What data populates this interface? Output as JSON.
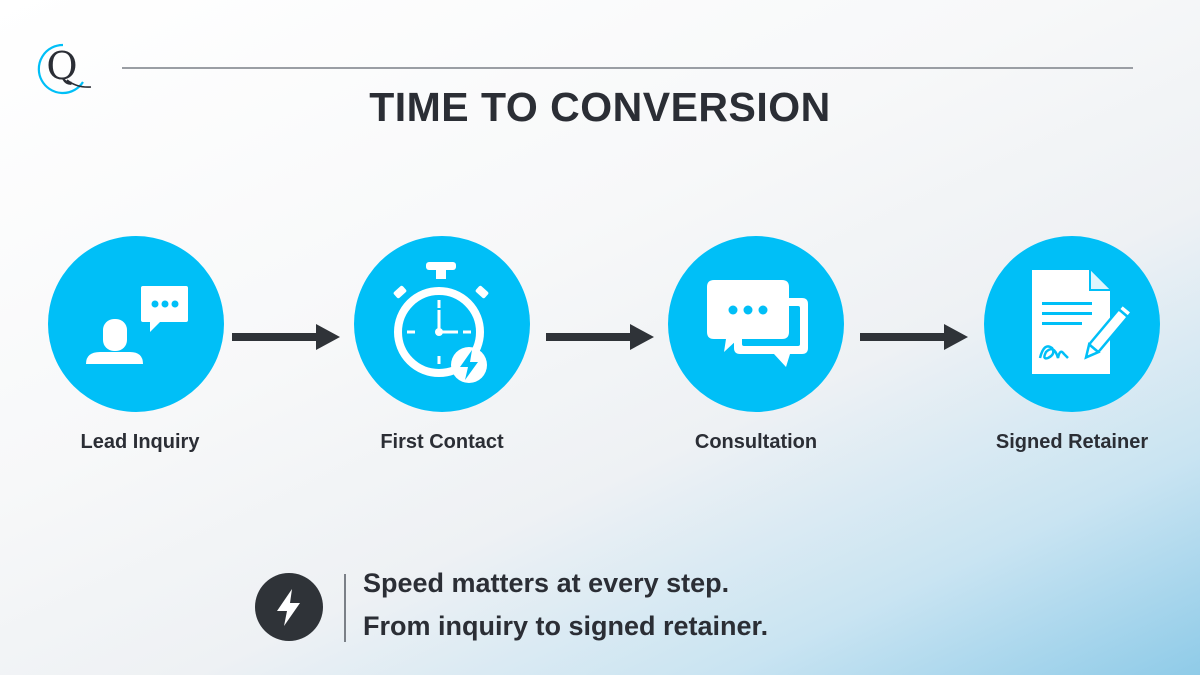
{
  "logo": {
    "letter": "Q"
  },
  "title": "TIME TO CONVERSION",
  "steps": [
    {
      "label": "Lead Inquiry",
      "icon": "person-speech-icon"
    },
    {
      "label": "First Contact",
      "icon": "stopwatch-bolt-icon"
    },
    {
      "label": "Consultation",
      "icon": "chat-bubbles-icon"
    },
    {
      "label": "Signed Retainer",
      "icon": "signed-document-icon"
    }
  ],
  "tagline": {
    "line1": "Speed matters at every step.",
    "line2": "From inquiry to signed retainer."
  },
  "colors": {
    "accent": "#00bff7",
    "dark": "#2b2e35"
  }
}
